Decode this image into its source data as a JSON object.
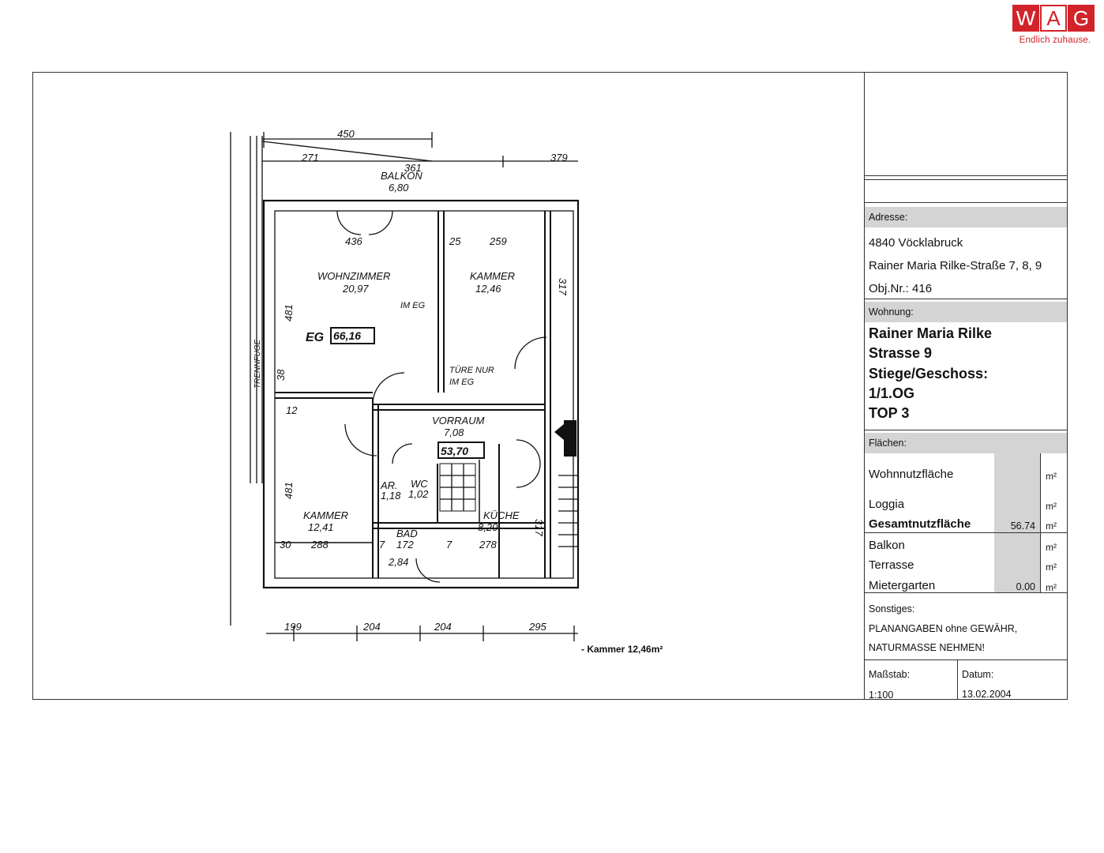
{
  "brand": {
    "letters": [
      "W",
      "A",
      "G"
    ],
    "tagline": "Endlich zuhause."
  },
  "plan": {
    "caption": "- Kammer 12,46m²",
    "rooms": [
      {
        "name": "WOHNZIMMER",
        "area": "20,97"
      },
      {
        "name": "KAMMER",
        "area": "12,46"
      },
      {
        "name": "VORRAUM",
        "area": "7,08"
      },
      {
        "name": "KAMMER",
        "area": "12,41"
      },
      {
        "name": "KÜCHE",
        "area": "8,20"
      },
      {
        "name": "BAD",
        "area": "2,84"
      },
      {
        "name": "WC",
        "area": "1,02"
      },
      {
        "name": "AR.",
        "area": "1,18"
      },
      {
        "name": "BALKON",
        "area": "6,80"
      }
    ],
    "labels": {
      "eg": "EG",
      "eg_area": "66,16",
      "total_box": "53,70",
      "trennfuge": "TRENNFUGE",
      "tuer": "TÜRE NUR",
      "im_eg": "IM EG",
      "im_eg2": "IM EG"
    },
    "dims_top": [
      "450",
      "271",
      "361",
      "379",
      "436",
      "25",
      "259"
    ],
    "dims_bottom": [
      "199",
      "204",
      "204",
      "295"
    ],
    "dims_mid": [
      "481",
      "481",
      "30",
      "288",
      "7",
      "172",
      "7",
      "278",
      "317",
      "317",
      "38",
      "12"
    ]
  },
  "titleblock": {
    "adresse_label": "Adresse:",
    "city": "4840 Vöcklabruck",
    "street": "Rainer Maria Rilke-Straße 7, 8, 9",
    "objnr": "Obj.Nr.: 416",
    "wohnung_label": "Wohnung:",
    "wohnung_lines": [
      "Rainer Maria Rilke",
      "Strasse 9",
      "Stiege/Geschoss:",
      "1/1.OG",
      "TOP 3"
    ],
    "flaechen_label": "Flächen:",
    "rows_top": [
      {
        "label": "Wohnnutzfläche",
        "value": "",
        "unit": "m²"
      },
      {
        "label": "Loggia",
        "value": "",
        "unit": "m²"
      },
      {
        "label": "Gesamtnutzfläche",
        "value": "56.74",
        "unit": "m²"
      }
    ],
    "rows_bottom": [
      {
        "label": "Balkon",
        "value": "",
        "unit": "m²"
      },
      {
        "label": "Terrasse",
        "value": "",
        "unit": "m²"
      },
      {
        "label": "Mietergarten",
        "value": "0.00",
        "unit": "m²"
      }
    ],
    "sonstiges_label": "Sonstiges:",
    "sonstiges_lines": [
      "PLANANGABEN ohne GEWÄHR,",
      "NATURMASSE NEHMEN!"
    ],
    "massstab_label": "Maßstab:",
    "massstab_value": "1:100",
    "datum_label": "Datum:",
    "datum_value": "13.02.2004"
  }
}
